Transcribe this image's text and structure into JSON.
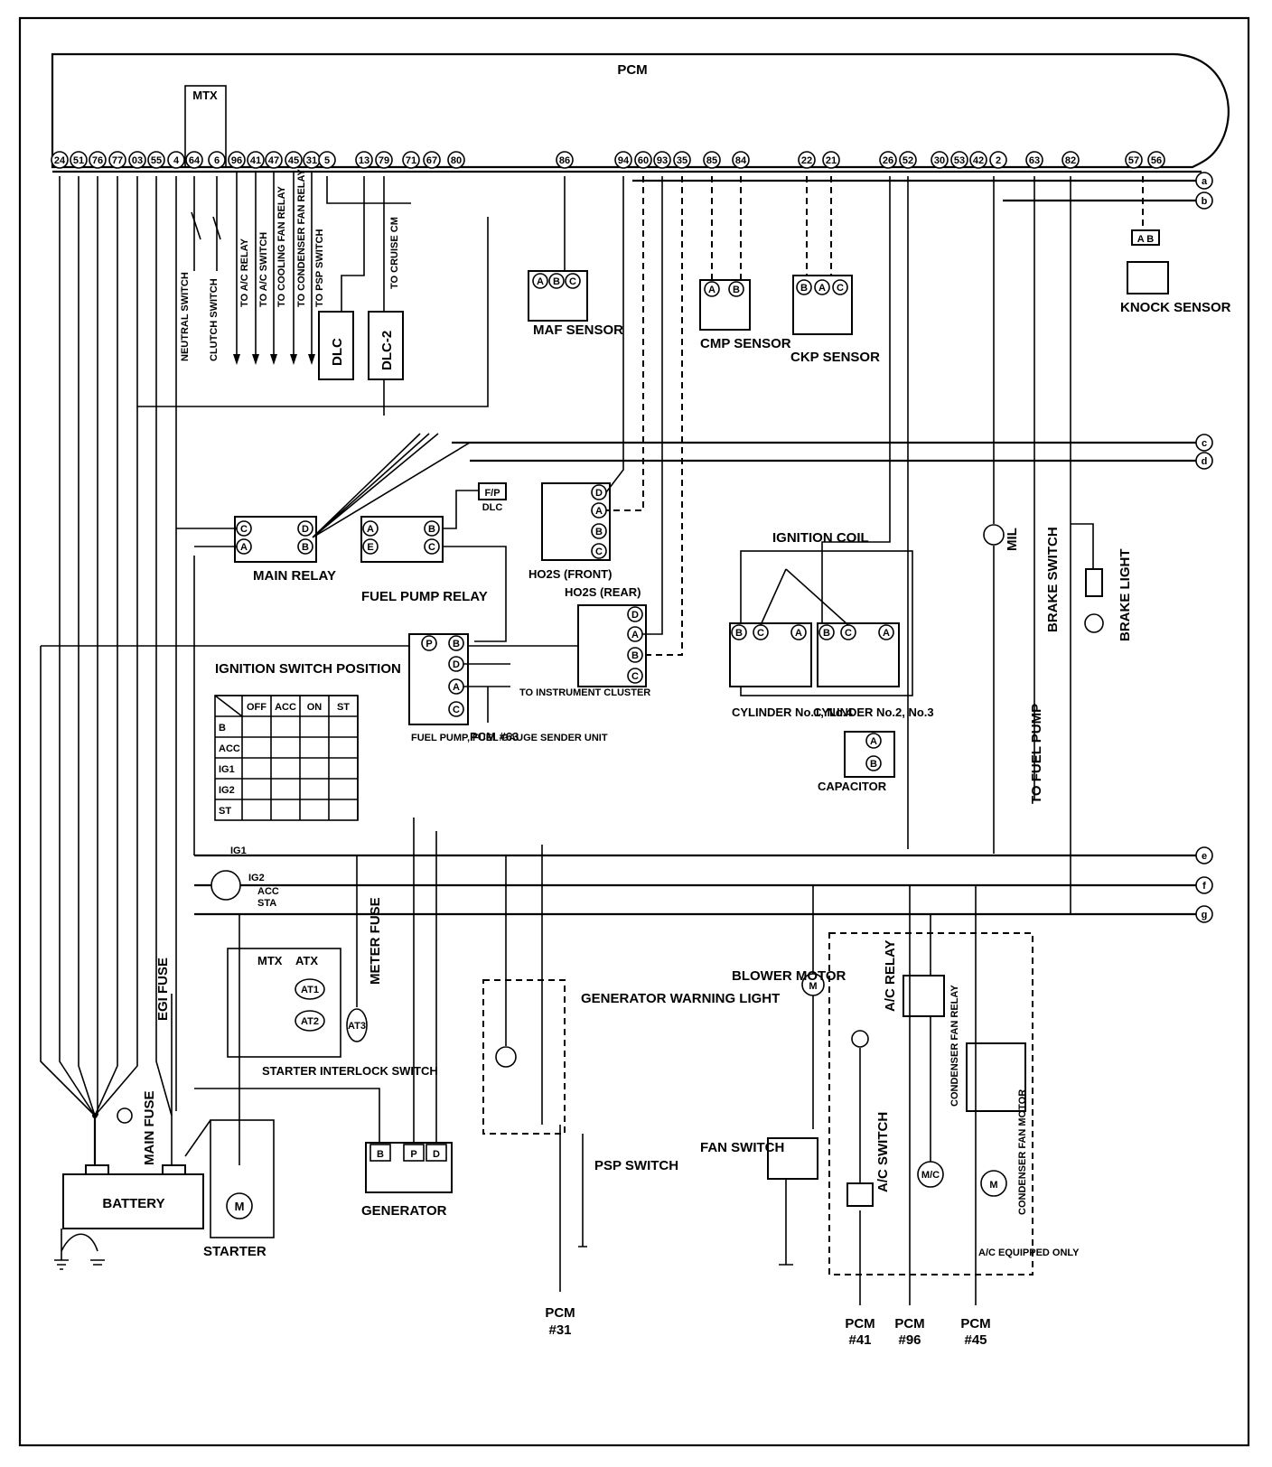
{
  "pcm": {
    "title": "PCM",
    "mtx": "MTX",
    "pins": [
      "24",
      "51",
      "76",
      "77",
      "03",
      "55",
      "4",
      "64",
      "6",
      "96",
      "41",
      "47",
      "45",
      "31",
      "5",
      "13",
      "79",
      "71",
      "67",
      "80",
      "86",
      "94",
      "60",
      "93",
      "35",
      "85",
      "84",
      "22",
      "21",
      "26",
      "52",
      "30",
      "53",
      "42",
      "2",
      "63",
      "82",
      "57",
      "56"
    ]
  },
  "connectors": {
    "a": "a",
    "b": "b",
    "c": "c",
    "d": "d",
    "e": "e",
    "f": "f",
    "g": "g"
  },
  "pcm_branch_labels": [
    "TO A/C RELAY",
    "TO A/C SWITCH",
    "TO COOLING FAN RELAY",
    "TO CONDENSER FAN RELAY",
    "TO PSP SWITCH"
  ],
  "switch_labels": {
    "neutral": "NEUTRAL SWITCH",
    "clutch": "CLUTCH SWITCH"
  },
  "dlc": {
    "dlc": "DLC",
    "dlc2": "DLC-2",
    "cruise": "TO CRUISE CM"
  },
  "sensors": {
    "maf": "MAF SENSOR",
    "cmp": "CMP SENSOR",
    "ckp": "CKP SENSOR",
    "knock": "KNOCK SENSOR"
  },
  "relays": {
    "main": "MAIN RELAY",
    "fuel_pump": "FUEL PUMP RELAY",
    "fp_dlc": "F/P",
    "fp_dlc2": "DLC"
  },
  "ho2s": {
    "front": "HO2S (FRONT)",
    "rear": "HO2S (REAR)"
  },
  "ignition": {
    "coil": "IGNITION COIL",
    "cyl1": "CYLINDER No.1, No.4",
    "cyl2": "CYLINDER No.2, No.3",
    "capacitor": "CAPACITOR"
  },
  "fuel_pump_unit": {
    "label": "FUEL PUMP, FUEL GAUGE SENDER UNIT",
    "to_cluster": "TO INSTRUMENT CLUSTER",
    "pcm63": "PCM #63"
  },
  "right_side": {
    "mil": "MIL",
    "brake_switch": "BRAKE SWITCH",
    "brake_light": "BRAKE LIGHT",
    "to_fuel_pump": "TO FUEL PUMP"
  },
  "ign_table": {
    "title": "IGNITION SWITCH POSITION",
    "columns": [
      "OFF",
      "ACC",
      "ON",
      "ST"
    ],
    "rows": [
      "B",
      "ACC",
      "IG1",
      "IG2",
      "ST"
    ]
  },
  "ign_switch": {
    "ig1": "IG1",
    "ig2": "IG2",
    "acc": "ACC",
    "sta": "STA"
  },
  "fuses": {
    "egi": "EGI FUSE",
    "main": "MAIN FUSE",
    "meter": "METER FUSE"
  },
  "starter_block": {
    "mtx": "MTX",
    "atx": "ATX",
    "at1": "AT1",
    "at2": "AT2",
    "at3": "AT3",
    "interlock": "STARTER INTERLOCK SWITCH"
  },
  "battery": "BATTERY",
  "starter": "STARTER",
  "generator": {
    "label": "GENERATOR",
    "pins": [
      "B",
      "P",
      "D"
    ],
    "warning": "GENERATOR WARNING LIGHT"
  },
  "psp": {
    "label": "PSP SWITCH",
    "pcm": "PCM",
    "num": "#31"
  },
  "hvac": {
    "blower": "BLOWER MOTOR",
    "fan_switch": "FAN SWITCH",
    "ac_switch": "A/C SWITCH",
    "ac_relay": "A/C RELAY",
    "cond_relay": "CONDENSER FAN RELAY",
    "cond_motor": "CONDENSER FAN MOTOR",
    "mc": "M/C",
    "equipped": "A/C EQUIPPED ONLY",
    "pcm41": "#41",
    "pcm96": "#96",
    "pcm45": "#45",
    "pcm": "PCM"
  }
}
